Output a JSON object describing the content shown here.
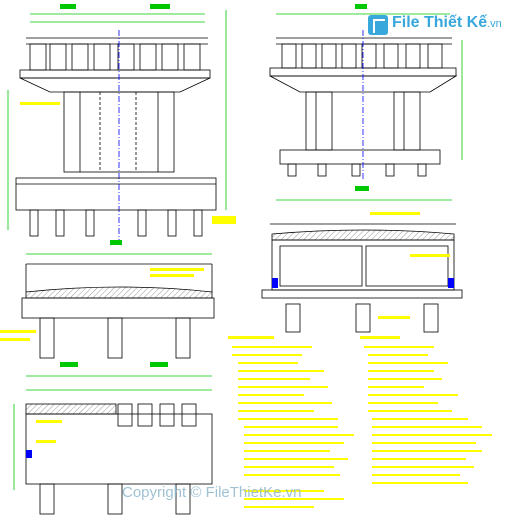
{
  "brand": {
    "logo_name": "File Thiết Kế",
    "logo_tld": ".vn",
    "copyright": "Copyright © FileThietKe.vn"
  },
  "colors": {
    "line": "#000000",
    "dim": "#00c800",
    "note": "#ffff00",
    "hatch": "#c8c8c8",
    "magenta": "#ff00ff",
    "blue": "#0000ff",
    "brand": "#37a7dc"
  }
}
